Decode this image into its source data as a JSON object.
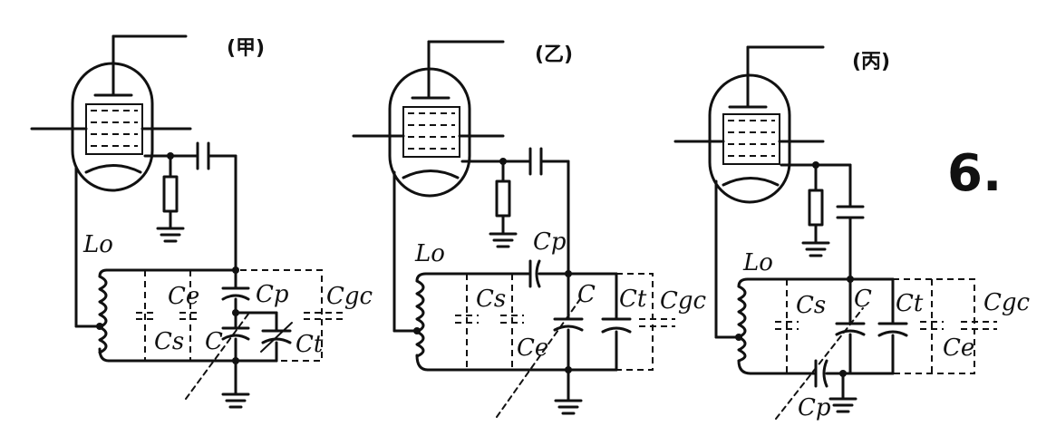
{
  "figure_number": "6.",
  "panels": [
    {
      "title": "(甲)",
      "labels": {
        "inductor": "Lo",
        "cs": "Cs",
        "ce": "Ce",
        "c": "C",
        "cp": "Cp",
        "ct": "Ct",
        "cgc": "Cgc"
      }
    },
    {
      "title": "(乙)",
      "labels": {
        "inductor": "Lo",
        "cs": "Cs",
        "ce": "Ce",
        "c": "C",
        "cp": "Cp",
        "ct": "Ct",
        "cgc": "Cgc"
      }
    },
    {
      "title": "(丙)",
      "labels": {
        "inductor": "Lo",
        "cs": "Cs",
        "ce": "Ce",
        "c": "C",
        "cp": "Cp",
        "ct": "Ct",
        "cgc": "Cgc"
      }
    }
  ]
}
